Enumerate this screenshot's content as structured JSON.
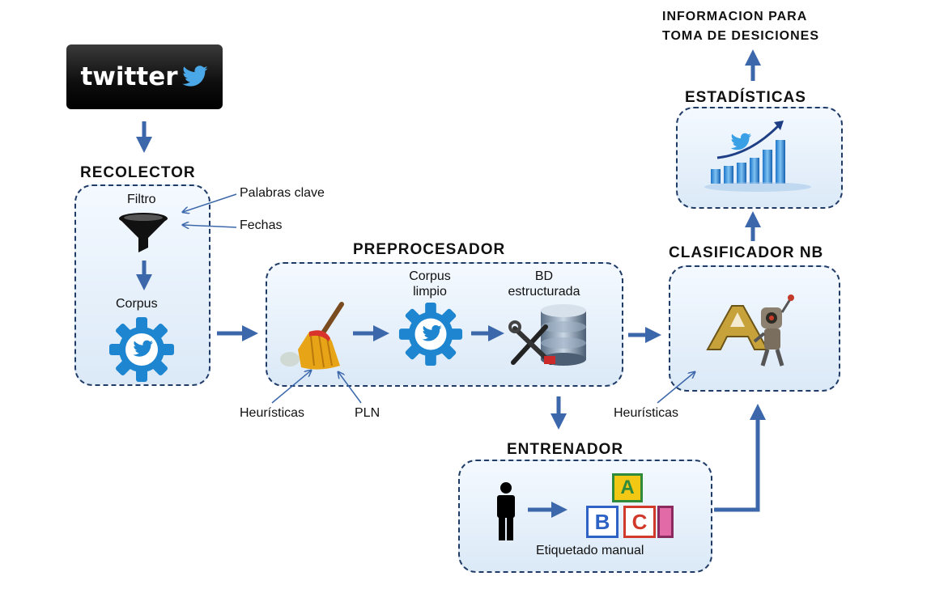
{
  "logo": {
    "text": "twitter"
  },
  "info_title": {
    "line1": "INFORMACION PARA",
    "line2": "TOMA DE DESICIONES"
  },
  "recolector": {
    "title": "RECOLECTOR",
    "filtro": "Filtro",
    "palabras_clave": "Palabras clave",
    "fechas": "Fechas",
    "corpus": "Corpus"
  },
  "preprocesador": {
    "title": "PREPROCESADOR",
    "corpus_limpio": "Corpus limpio",
    "bd_estructurada": "BD estructurada",
    "heuristicas": "Heurísticas",
    "pln": "PLN"
  },
  "clasificador": {
    "title": "CLASIFICADOR NB",
    "heuristicas": "Heurísticas"
  },
  "estadisticas": {
    "title": "ESTADÍSTICAS"
  },
  "entrenador": {
    "title": "ENTRENADOR",
    "etiquetado": "Etiquetado manual",
    "blocks": [
      "A",
      "B",
      "C"
    ]
  },
  "colors": {
    "arrow": "#3c68ab",
    "border": "#1f3b66",
    "gear": "#1e86d0"
  }
}
